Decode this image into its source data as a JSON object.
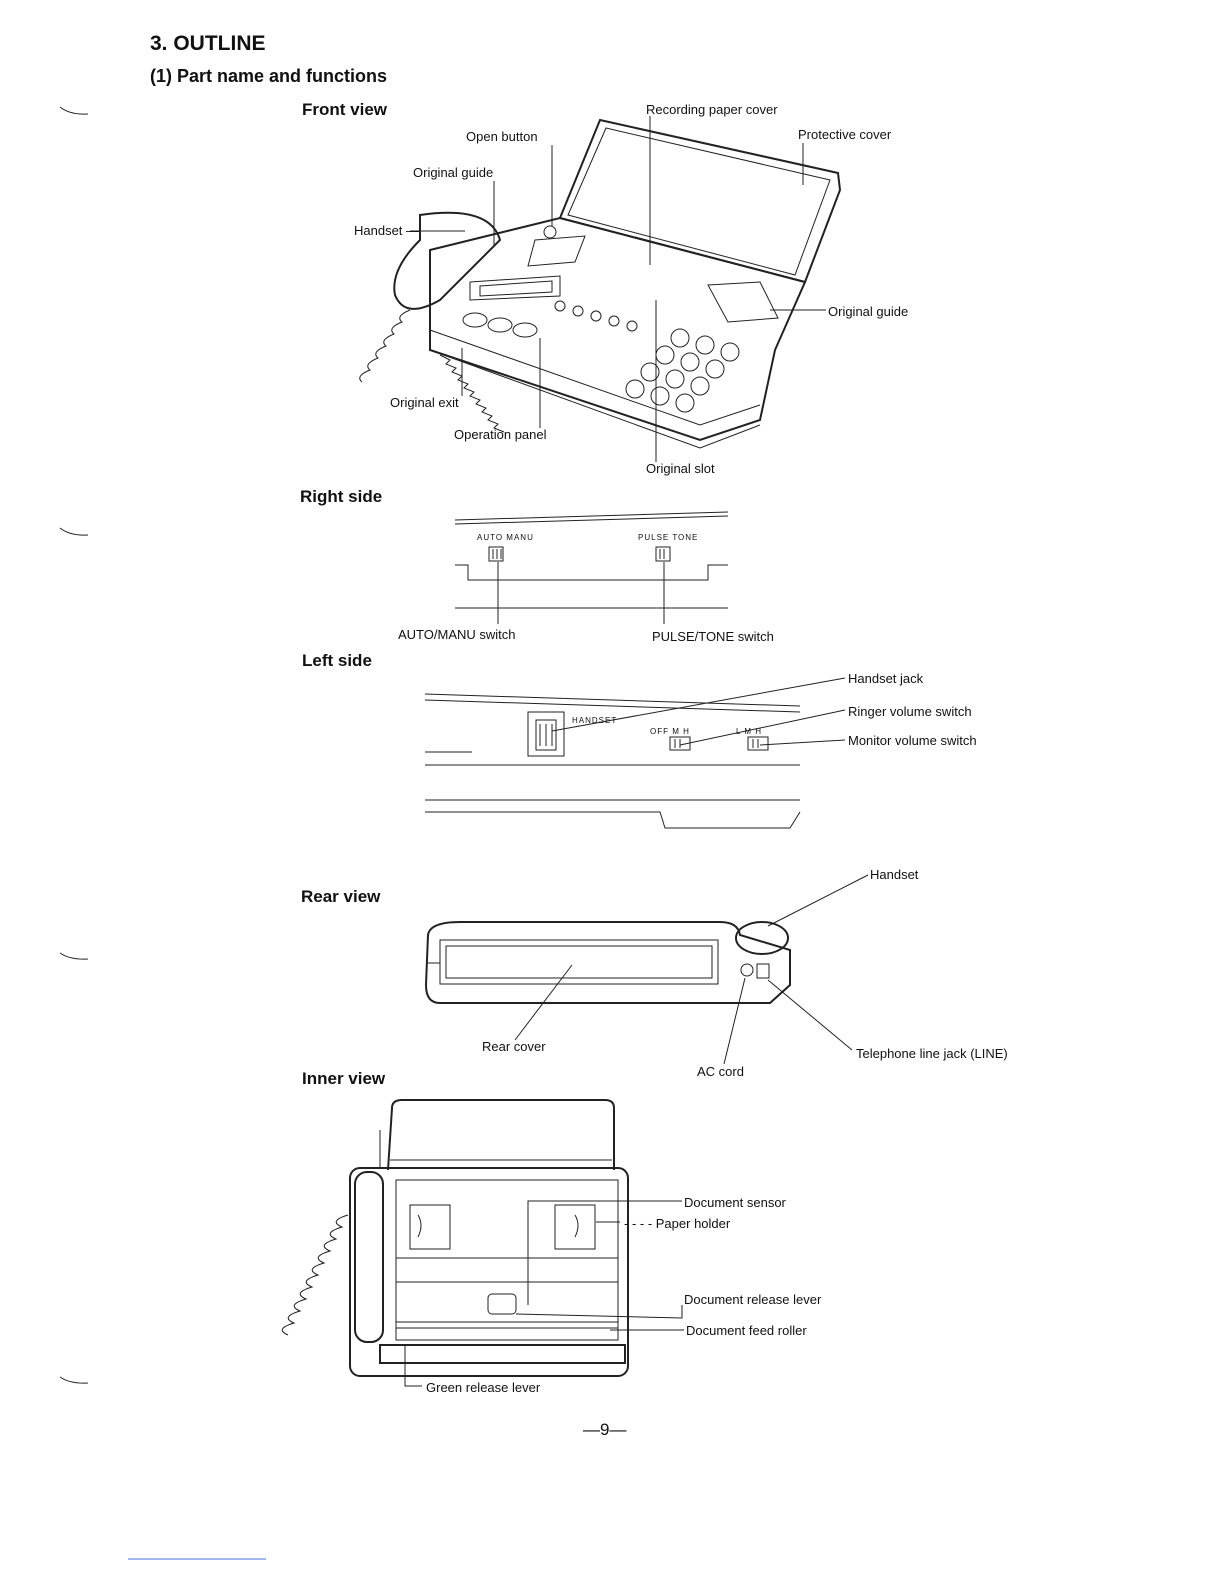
{
  "heading": "3. OUTLINE",
  "subheading": "(1) Part name and functions",
  "front": {
    "title": "Front view",
    "labels": {
      "recording_paper_cover": "Recording paper cover",
      "open_button": "Open button",
      "protective_cover": "Protective cover",
      "original_guide_top": "Original guide",
      "handset": "Handset —",
      "original_guide_right": "Original guide",
      "original_exit": "Original exit",
      "operation_panel": "Operation panel",
      "original_slot": "Original slot"
    }
  },
  "right": {
    "title": "Right side",
    "switch_text": {
      "auto_manu": "AUTO MANU",
      "pulse_tone": "PULSE TONE"
    },
    "labels": {
      "auto_manu_switch": "AUTO/MANU switch",
      "pulse_tone_switch": "PULSE/TONE switch"
    }
  },
  "left": {
    "title": "Left side",
    "panel_text": {
      "handset": "HANDSET",
      "off_m_h": "OFF M H",
      "l_m_h": "L M H"
    },
    "labels": {
      "handset_jack": "Handset jack",
      "ringer_volume_switch": "Ringer volume switch",
      "monitor_volume_switch": "Monitor volume switch"
    }
  },
  "rear": {
    "title": "Rear view",
    "labels": {
      "handset": "Handset",
      "rear_cover": "Rear cover",
      "ac_cord": "AC cord",
      "telephone_line_jack": "Telephone line jack (LINE)"
    }
  },
  "inner": {
    "title": "Inner view",
    "labels": {
      "document_sensor": "Document sensor",
      "paper_holder": "- - - -  Paper holder",
      "document_release_lever": "Document release lever",
      "document_feed_roller": "Document feed roller",
      "green_release_lever": "Green release lever"
    }
  },
  "page_number": "—9—"
}
